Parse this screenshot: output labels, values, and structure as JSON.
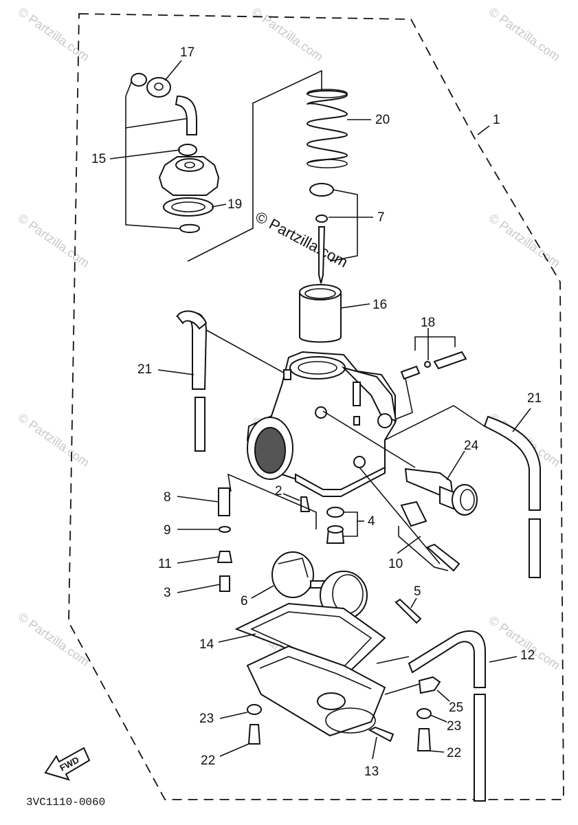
{
  "diagram": {
    "drawing_code": "3VC1110-0060",
    "fwd_arrow_label": "FWD",
    "watermark_center": "© Partzilla.com",
    "watermark_corner": "© Partzilla.com",
    "part_numbers": {
      "p1": "1",
      "p2": "2",
      "p3": "3",
      "p4": "4",
      "p5": "5",
      "p6": "6",
      "p7": "7",
      "p8": "8",
      "p9": "9",
      "p10": "10",
      "p11": "11",
      "p12": "12",
      "p13": "13",
      "p14": "14",
      "p15": "15",
      "p16": "16",
      "p17": "17",
      "p18": "18",
      "p19": "19",
      "p20": "20",
      "p21a": "21",
      "p21b": "21",
      "p22a": "22",
      "p22b": "22",
      "p23a": "23",
      "p23b": "23",
      "p24": "24",
      "p25": "25"
    }
  }
}
